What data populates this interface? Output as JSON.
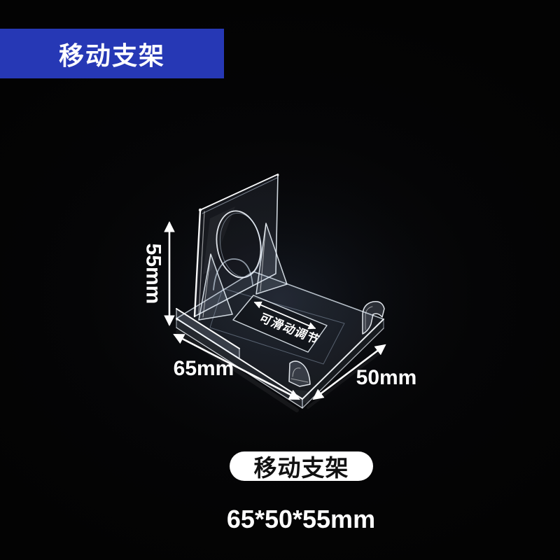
{
  "colors": {
    "background": "#040404",
    "badge_blue": "#2638b5",
    "text_white": "#ffffff",
    "pill_bg": "#ffffff",
    "pill_text": "#111111"
  },
  "top_badge": {
    "label": "移动支架"
  },
  "annotations": {
    "height": "55mm",
    "width": "65mm",
    "depth": "50mm",
    "engraved": "可滑动调节"
  },
  "footer": {
    "product_name": "移动支架",
    "dimensions": "65*50*55mm"
  }
}
